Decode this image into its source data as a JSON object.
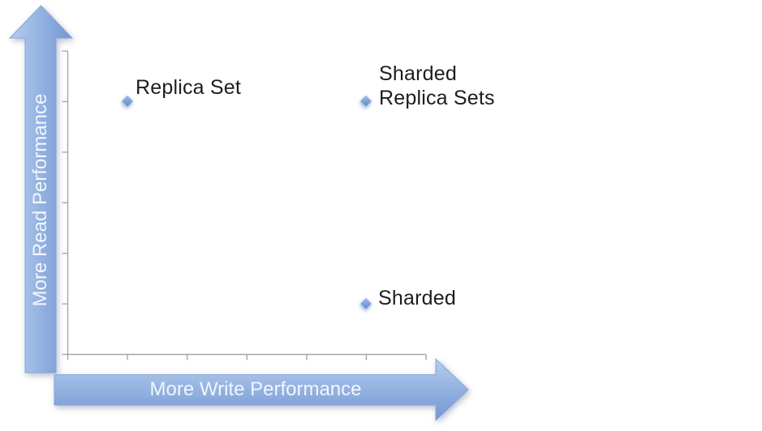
{
  "chart_data": {
    "type": "scatter",
    "title": "",
    "xlabel": "More Write Performance",
    "ylabel": "More Read Performance",
    "axis_range": [
      0,
      6
    ],
    "x_tick_count": 7,
    "y_tick_count": 7,
    "grid": false,
    "legend": "none",
    "axes_style": "conceptual blue arrows, unlabeled gray ticks",
    "points": [
      {
        "label": "Replica Set",
        "label_lines": [
          "Replica Set"
        ],
        "x": 1,
        "y": 5
      },
      {
        "label": "Sharded Replica Sets",
        "label_lines": [
          "Sharded",
          "Replica Sets"
        ],
        "x": 5,
        "y": 5
      },
      {
        "label": "Sharded",
        "label_lines": [
          "Sharded"
        ],
        "x": 5,
        "y": 1
      }
    ]
  },
  "colors": {
    "arrow_fill_light": "#b5cdef",
    "arrow_fill_dark": "#7296d2",
    "arrow_border": "#85a6dc",
    "arrow_text": "#f2f6fc",
    "marker_fill_light": "#9cb8e6",
    "marker_fill_dark": "#6189cf",
    "marker_border": "#b3c8ec",
    "axis_line": "#a6a6a6",
    "label_text": "#1d1d1d"
  }
}
